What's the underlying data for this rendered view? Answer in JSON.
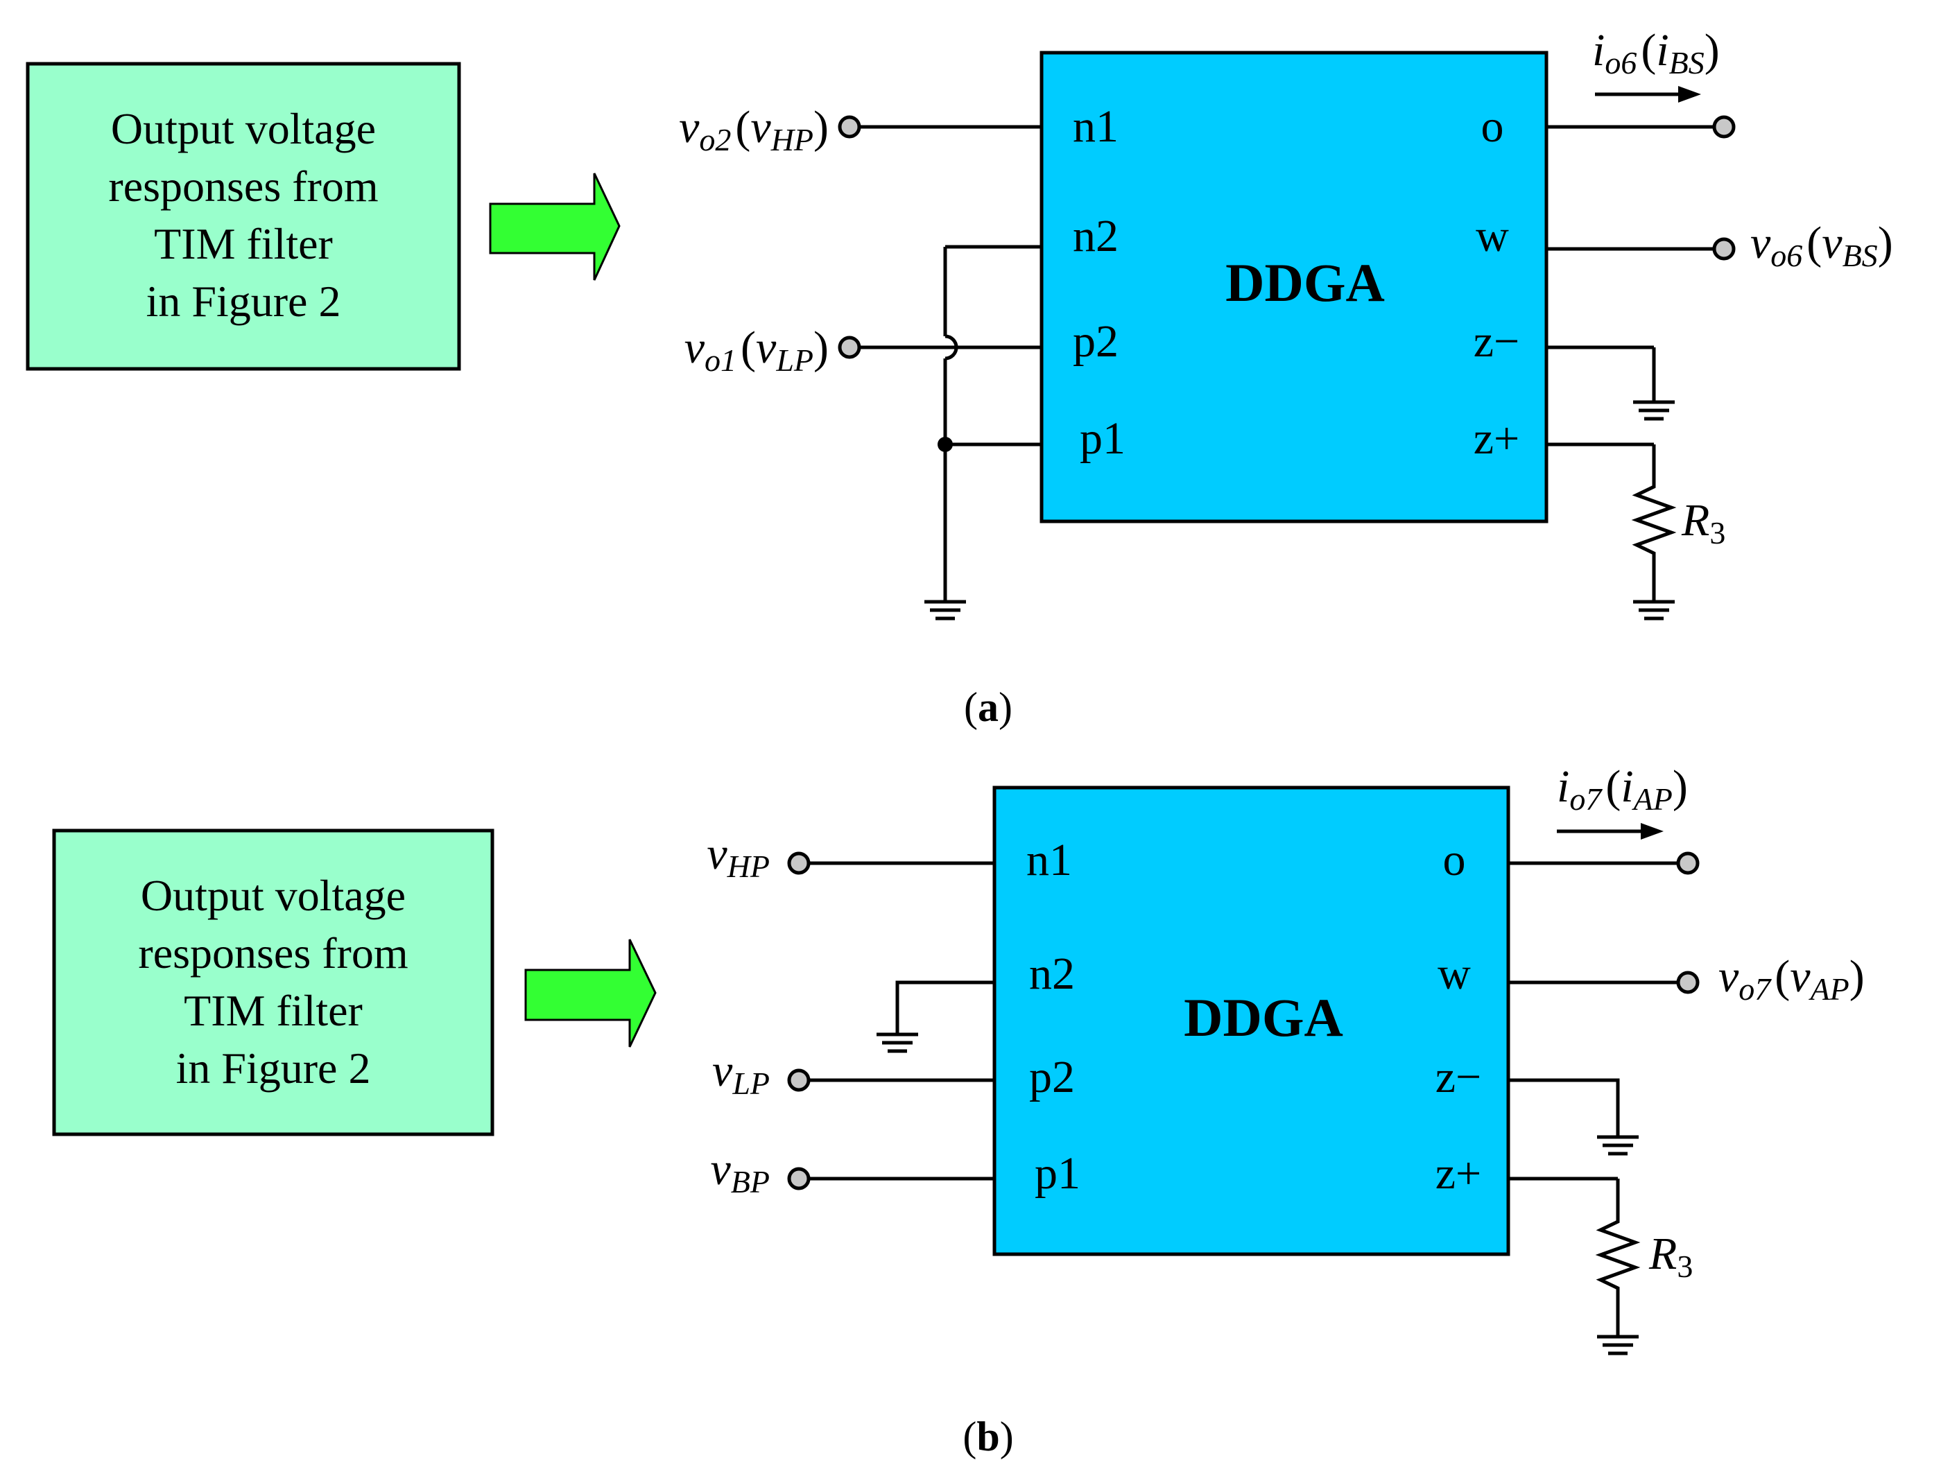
{
  "colors": {
    "ddga_fill": "#00CCFF",
    "note_fill": "#99FFCC",
    "arrow_fill": "#33FF33"
  },
  "panel_a": {
    "note": [
      "Output voltage",
      "responses from",
      "TIM filter",
      "in Figure 2"
    ],
    "block": "DDGA",
    "pins_left": [
      "n1",
      "n2",
      "p2",
      "p1"
    ],
    "pins_right": [
      "o",
      "w",
      "z−",
      "z+"
    ],
    "in_n1": {
      "main": "v",
      "sub": "o2",
      "paren_main": "v",
      "paren_sub": "HP"
    },
    "in_p2": {
      "main": "v",
      "sub": "o1",
      "paren_main": "v",
      "paren_sub": "LP"
    },
    "out_o": {
      "main": "i",
      "sub": "o6",
      "paren_main": "i",
      "paren_sub": "BS"
    },
    "out_w": {
      "main": "v",
      "sub": "o6",
      "paren_main": "v",
      "paren_sub": "BS"
    },
    "resistor": {
      "main": "R",
      "sub": "3"
    },
    "caption": {
      "open": "(",
      "letter": "a",
      "close": ")"
    }
  },
  "panel_b": {
    "note": [
      "Output voltage",
      "responses from",
      "TIM filter",
      "in Figure 2"
    ],
    "block": "DDGA",
    "pins_left": [
      "n1",
      "n2",
      "p2",
      "p1"
    ],
    "pins_right": [
      "o",
      "w",
      "z−",
      "z+"
    ],
    "in_n1": {
      "main": "v",
      "sub": "HP"
    },
    "in_p2": {
      "main": "v",
      "sub": "LP"
    },
    "in_p1": {
      "main": "v",
      "sub": "BP"
    },
    "out_o": {
      "main": "i",
      "sub": "o7",
      "paren_main": "i",
      "paren_sub": "AP"
    },
    "out_w": {
      "main": "v",
      "sub": "o7",
      "paren_main": "v",
      "paren_sub": "AP"
    },
    "resistor": {
      "main": "R",
      "sub": "3"
    },
    "caption": {
      "open": "(",
      "letter": "b",
      "close": ")"
    }
  }
}
